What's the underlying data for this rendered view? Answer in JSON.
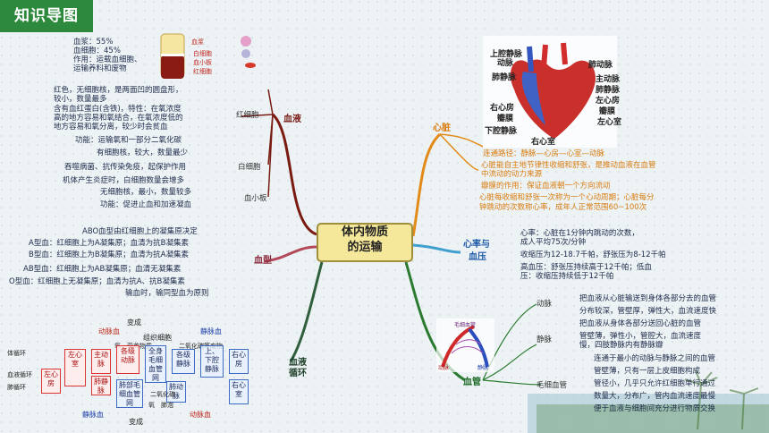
{
  "badge": "知识导图",
  "center": {
    "line1": "体内物质",
    "line2": "的运输"
  },
  "branches": {
    "blood": "血液",
    "heart": "心脏",
    "rate": "心率与",
    "rate2": "血压",
    "vessels": "血管",
    "circulation": "血液",
    "circulation2": "循环",
    "bloodtype": "血型"
  },
  "blood": {
    "plasma_pct": "血浆：55%",
    "cells_pct": "血细胞：45%",
    "function1": "作用：运载血细胞、",
    "function2": "运输养料和废物",
    "tube_labels": [
      "血浆",
      "白细胞",
      "血小板",
      "红细胞"
    ],
    "rbc": "红细胞",
    "rbc1": "红色，无细胞核，是两面凹的圆盘形，",
    "rbc2": "较小，数量最多",
    "rbc3": "含有血红蛋白(含铁)，特性：在氧浓度",
    "rbc4": "高的地方容易和氧结合，在氧浓度低的",
    "rbc5": "地方容易和氧分离，较少时会贫血",
    "rbc6": "功能：运输氧和一部分二氧化碳",
    "wbc": "白细胞",
    "wbc1": "有细胞核，较大，数量最少",
    "wbc2": "吞噬病菌、抗传染免疫，起保护作用",
    "wbc3": "机体产生炎症时，白细胞数量会增多",
    "plt": "血小板",
    "plt1": "无细胞核，最小，数量较多",
    "plt2": "功能：促进止血和加速凝血"
  },
  "bloodtype": {
    "l1": "ABO血型由红细胞上的凝集原决定",
    "l2": "A型血：红细胞上为A凝集原；血清为抗B凝集素",
    "l3": "B型血：红细胞上为B凝集原；血清为抗A凝集素",
    "l4": "AB型血：红细胞上为AB凝集原；血清无凝集素",
    "l5": "O型血：红细胞上无凝集原；血清为抗A、抗B凝集素",
    "l6": "输血时，输同型血为原则"
  },
  "heart": {
    "labels": [
      "上腔静脉",
      "动脉",
      "肺静脉",
      "肺动脉",
      "主动脉",
      "肺静脉",
      "左心房",
      "右心房",
      "瓣膜",
      "瓣膜",
      "下腔静脉",
      "左心室",
      "右心室"
    ],
    "l1": "连通路径：静脉—心房—心室—动脉",
    "l2": "心脏能自主地节律性收缩和舒张，是推动血液在血管",
    "l3": "中流动的动力来源",
    "l4": "瓣膜的作用：保证血液朝一个方向流动",
    "l5": "心脏每收缩和舒张一次称为一个心动周期；心脏每分",
    "l6": "钟跳动的次数称心率，成年人正常范围60~100次"
  },
  "rate": {
    "l1": "心率：心脏在1分钟内跳动的次数，",
    "l2": "成人平均75次/分钟",
    "l3": "收缩压为12-18.7千帕，舒张压为8-12千帕",
    "l4": "高血压：舒张压持续高于12千帕；低血",
    "l5": "压：收缩压持续低于12千帕"
  },
  "vessels": {
    "artery": "动脉",
    "vein": "静脉",
    "capillary": "毛细血管",
    "a1": "把血液从心脏输送到身体各部分去的血管",
    "a2": "分布较深，管壁厚，弹性大，血流速度快",
    "v1": "把血液从身体各部分送回心脏的血管",
    "v2": "管壁薄，弹性小，管腔大，血流速度",
    "v3": "慢，四肢静脉内有静脉瓣",
    "c1": "连通于最小的动脉与静脉之间的血管",
    "c2": "管壁薄，只有一层上皮细胞构成",
    "c3": "管径小，几乎只允许红细胞单行通过",
    "c4": "数量大，分布广，管内血流速度最慢",
    "c5": "便于血液与细胞间充分进行物质交换",
    "pic_labels": [
      "动脉",
      "静脉",
      "毛细血管"
    ]
  },
  "circulation": {
    "top1": "变成",
    "top_a": "动脉血",
    "top_v": "静脉血",
    "organ": "组织细胞",
    "nutr": "氧、营养物质",
    "co2": "二氧化碳等废物",
    "left_top": "体循环",
    "left_bot": "肺循环",
    "left_mid": "血液循环",
    "cells": [
      "左心室",
      "主动脉",
      "各级动脉",
      "全身毛细血管网",
      "各级静脉",
      "上、下腔静脉",
      "右心房"
    ],
    "lung": [
      "右心室",
      "肺动脉",
      "肺部毛细血管网",
      "肺静脉",
      "左心房"
    ],
    "o2": "氧",
    "co2b": "二氧化碳",
    "alveoli": "肺泡",
    "bot_v": "静脉血",
    "bot_a": "动脉血",
    "bot1": "变成"
  }
}
